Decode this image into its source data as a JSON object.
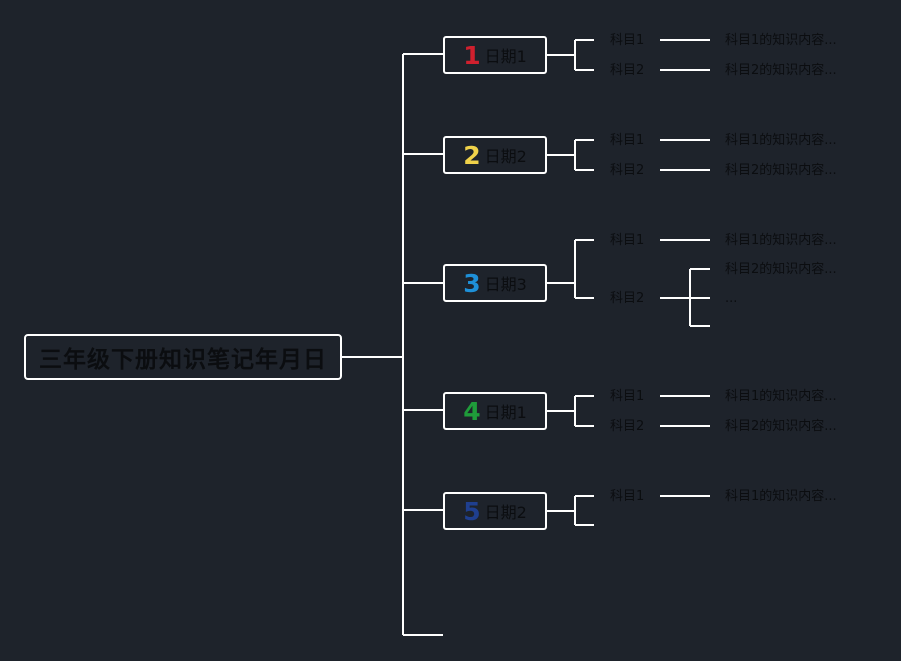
{
  "root": {
    "label": "三年级下册知识笔记年月日"
  },
  "colors": {
    "background": "#1e232b",
    "line": "#ffffff",
    "badge_1": "#d0202e",
    "badge_2": "#f0d24a",
    "badge_3": "#1e90d8",
    "badge_4": "#1f9c3a",
    "badge_5": "#1f3f8f"
  },
  "branches": [
    {
      "badge": "1",
      "label": "日期1",
      "subjects": [
        {
          "name": "科目1",
          "notes": [
            "科目1的知识内容..."
          ]
        },
        {
          "name": "科目2",
          "notes": [
            "科目2的知识内容..."
          ]
        }
      ]
    },
    {
      "badge": "2",
      "label": "日期2",
      "subjects": [
        {
          "name": "科目1",
          "notes": [
            "科目1的知识内容..."
          ]
        },
        {
          "name": "科目2",
          "notes": [
            "科目2的知识内容..."
          ]
        }
      ]
    },
    {
      "badge": "3",
      "label": "日期3",
      "subjects": [
        {
          "name": "科目1",
          "notes": [
            "科目1的知识内容..."
          ]
        },
        {
          "name": "科目2",
          "notes": [
            "科目2的知识内容...",
            "...",
            ""
          ]
        }
      ]
    },
    {
      "badge": "4",
      "label": "日期1",
      "subjects": [
        {
          "name": "科目1",
          "notes": [
            "科目1的知识内容..."
          ]
        },
        {
          "name": "科目2",
          "notes": [
            "科目2的知识内容..."
          ]
        }
      ]
    },
    {
      "badge": "5",
      "label": "日期2",
      "subjects": [
        {
          "name": "科目1",
          "notes": [
            "科目1的知识内容..."
          ]
        },
        {
          "name": "",
          "notes": []
        }
      ]
    },
    {
      "badge": "",
      "label": "",
      "subjects": []
    }
  ]
}
